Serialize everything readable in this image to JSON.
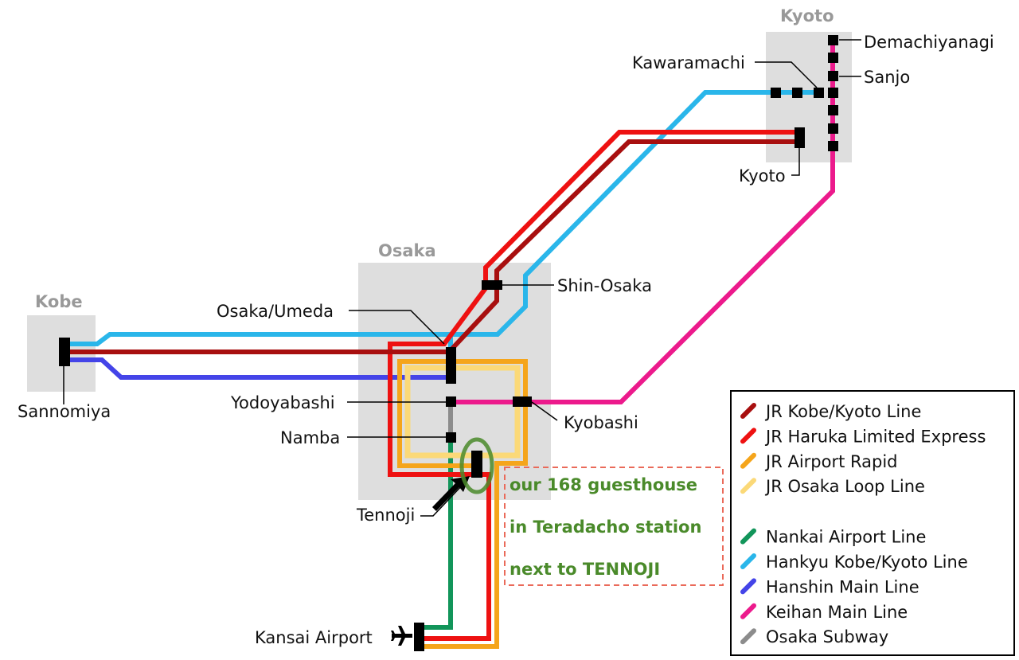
{
  "regions": {
    "kyoto": "Kyoto",
    "osaka": "Osaka",
    "kobe": "Kobe"
  },
  "stations": {
    "demachiyanagi": "Demachiyanagi",
    "sanjo": "Sanjo",
    "kawaramachi": "Kawaramachi",
    "kyoto": "Kyoto",
    "shin_osaka": "Shin-Osaka",
    "osaka_umeda": "Osaka/Umeda",
    "sannomiya": "Sannomiya",
    "yodoyabashi": "Yodoyabashi",
    "kyobashi": "Kyobashi",
    "namba": "Namba",
    "tennoji": "Tennoji",
    "kansai_airport": "Kansai Airport"
  },
  "note": {
    "line1": "our 168 guesthouse",
    "line2": "in Teradacho station",
    "line3": "next to TENNOJI"
  },
  "legend": {
    "items": [
      {
        "label": "JR Kobe/Kyoto Line",
        "color": "#a80f0f"
      },
      {
        "label": "JR Haruka Limited Express",
        "color": "#ee1111"
      },
      {
        "label": "JR Airport Rapid",
        "color": "#f5a51b"
      },
      {
        "label": "JR Osaka Loop Line",
        "color": "#fbd978"
      },
      {
        "label": "Nankai Airport Line",
        "color": "#12955a"
      },
      {
        "label": "Hankyu Kobe/Kyoto Line",
        "color": "#2ab6ea"
      },
      {
        "label": "Hanshin Main Line",
        "color": "#4444e8"
      },
      {
        "label": "Keihan Main Line",
        "color": "#ec1a8c"
      },
      {
        "label": "Osaka Subway",
        "color": "#8c8c8c"
      }
    ]
  },
  "icons": {
    "airport": "airplane-icon",
    "pointer": "arrow-icon"
  }
}
